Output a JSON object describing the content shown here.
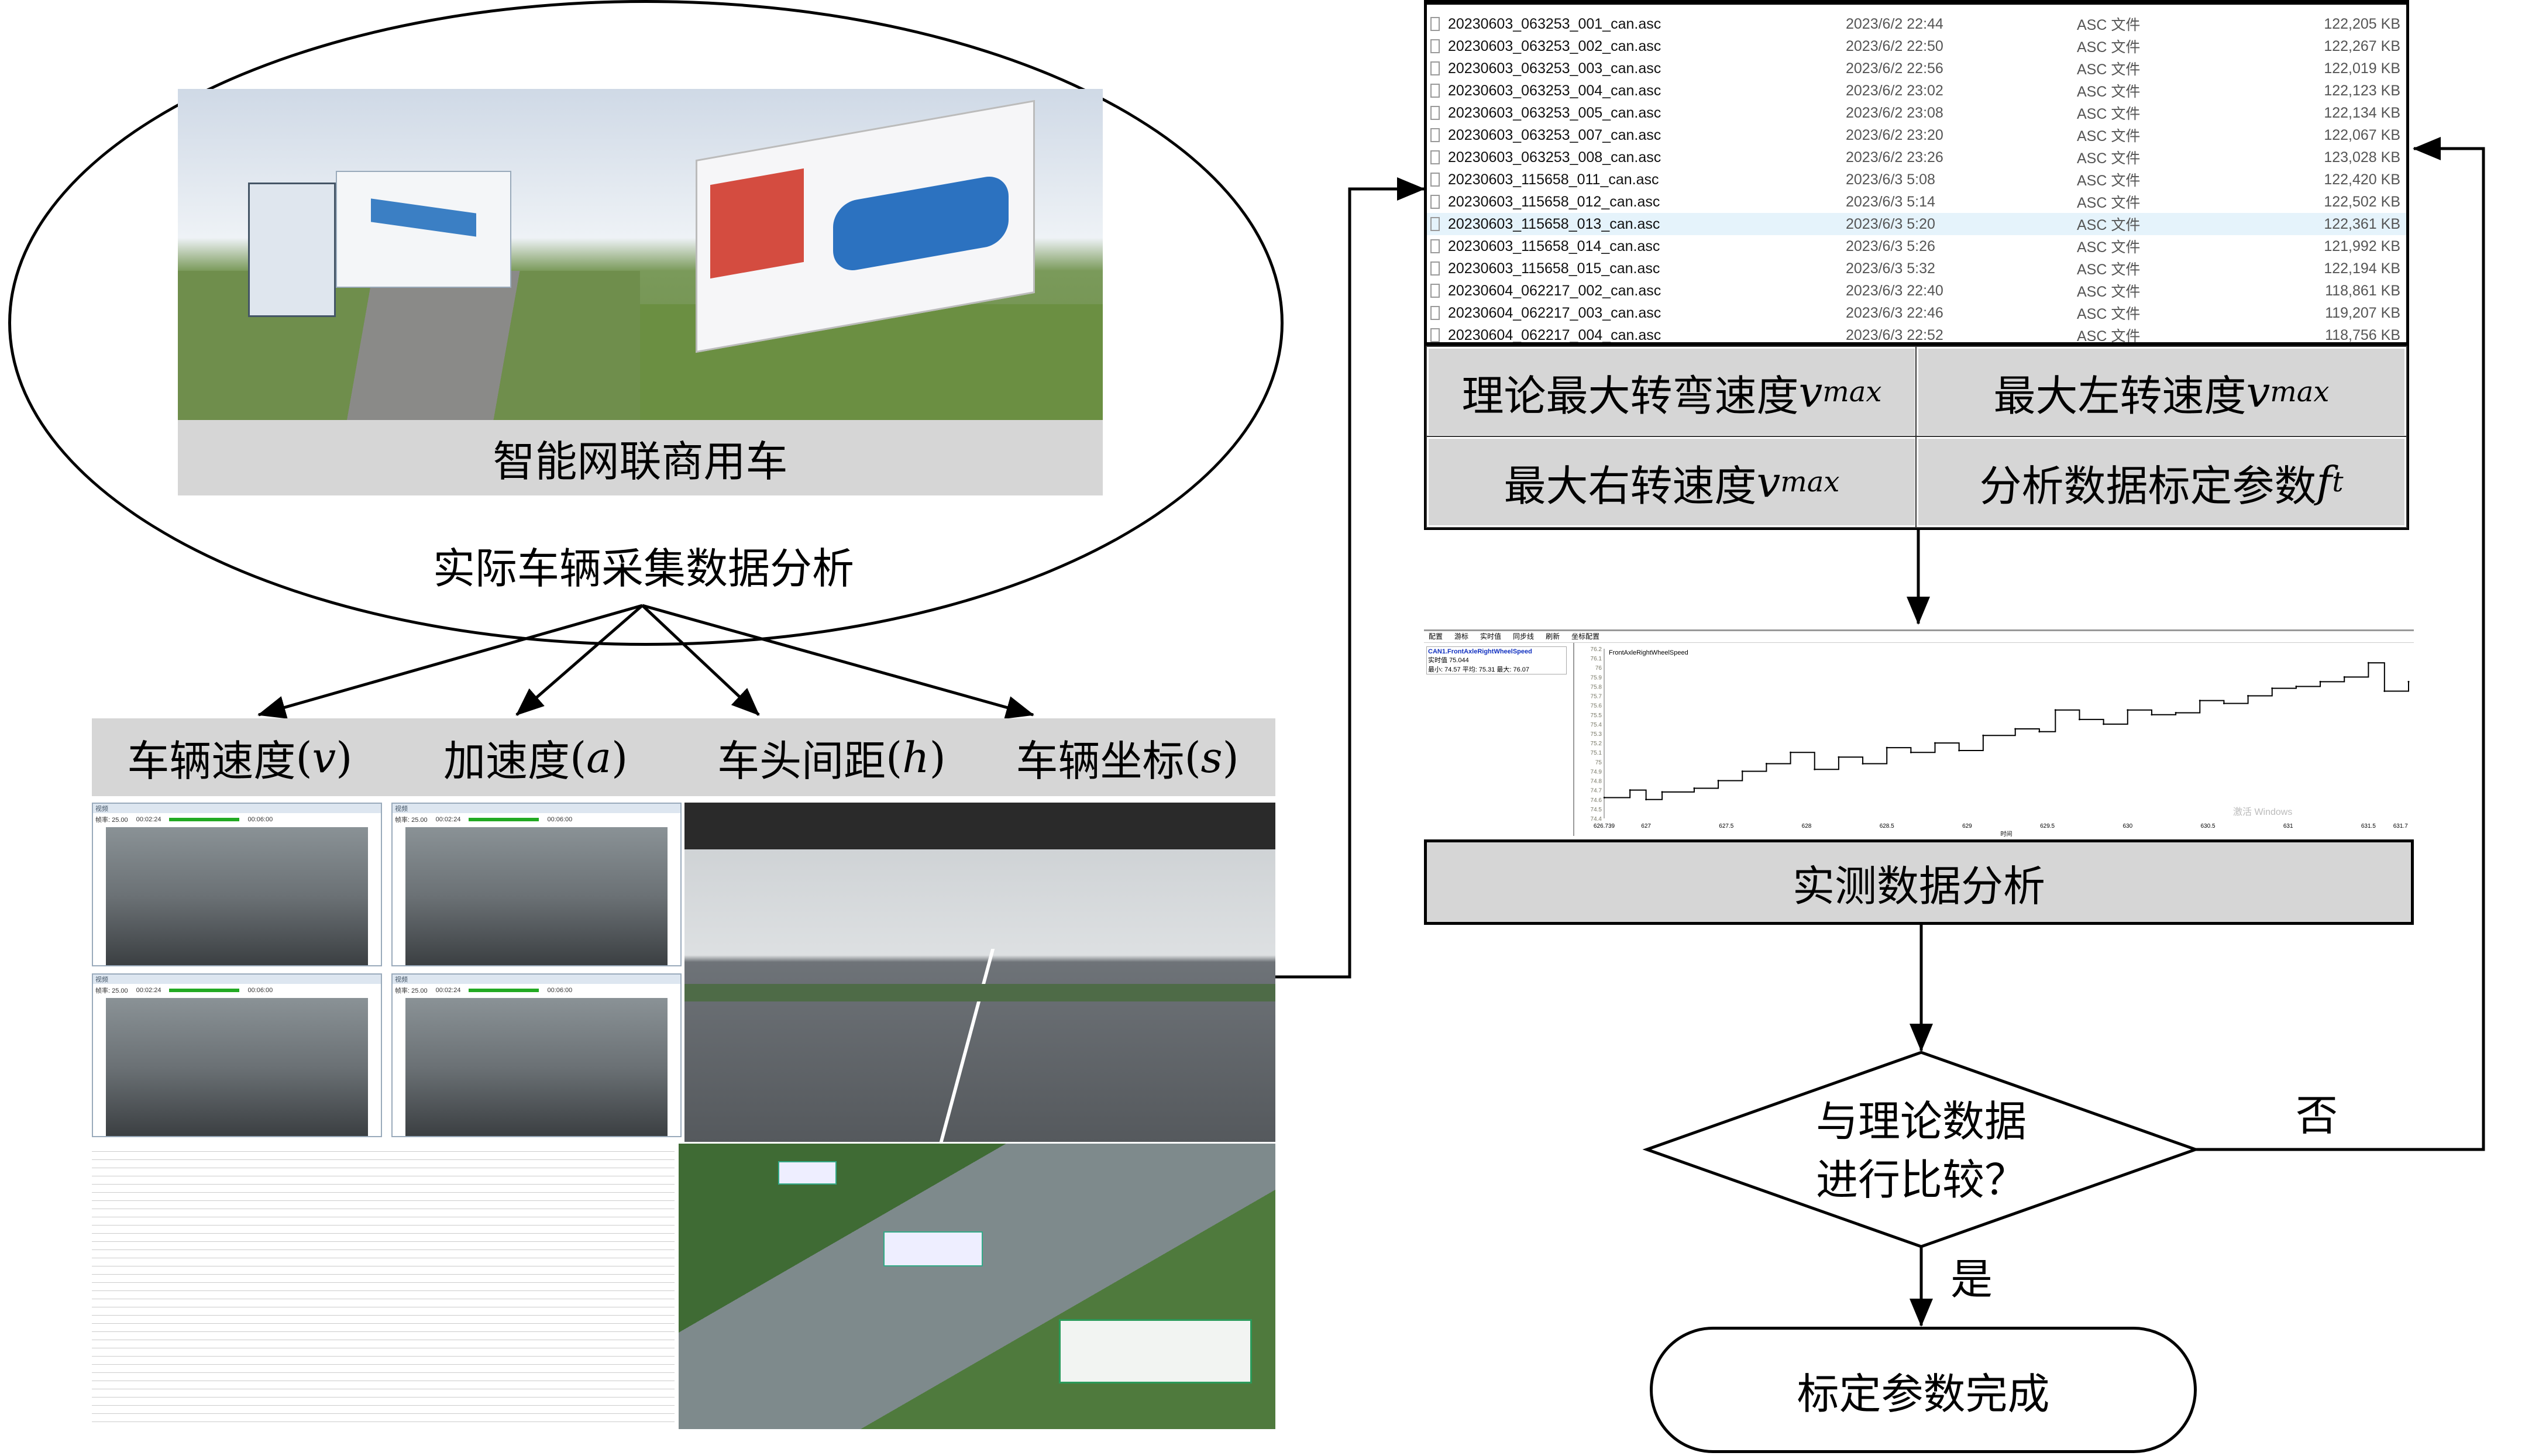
{
  "left": {
    "vehicle_caption": "智能网联商用车",
    "blob_title": "实际车辆采集数据分析",
    "metrics": [
      {
        "text": "车辆速度",
        "var": "v"
      },
      {
        "text": "加速度",
        "var": "a"
      },
      {
        "text": "车头间距",
        "var": "h"
      },
      {
        "text": "车辆坐标",
        "var": "s"
      }
    ]
  },
  "files": [
    {
      "name": "20230603_063253_001_can.asc",
      "date": "2023/6/2 22:44",
      "type": "ASC 文件",
      "size": "122,205 KB"
    },
    {
      "name": "20230603_063253_002_can.asc",
      "date": "2023/6/2 22:50",
      "type": "ASC 文件",
      "size": "122,267 KB"
    },
    {
      "name": "20230603_063253_003_can.asc",
      "date": "2023/6/2 22:56",
      "type": "ASC 文件",
      "size": "122,019 KB"
    },
    {
      "name": "20230603_063253_004_can.asc",
      "date": "2023/6/2 23:02",
      "type": "ASC 文件",
      "size": "122,123 KB"
    },
    {
      "name": "20230603_063253_005_can.asc",
      "date": "2023/6/2 23:08",
      "type": "ASC 文件",
      "size": "122,134 KB"
    },
    {
      "name": "20230603_063253_007_can.asc",
      "date": "2023/6/2 23:20",
      "type": "ASC 文件",
      "size": "122,067 KB"
    },
    {
      "name": "20230603_063253_008_can.asc",
      "date": "2023/6/2 23:26",
      "type": "ASC 文件",
      "size": "123,028 KB"
    },
    {
      "name": "20230603_115658_011_can.asc",
      "date": "2023/6/3 5:08",
      "type": "ASC 文件",
      "size": "122,420 KB"
    },
    {
      "name": "20230603_115658_012_can.asc",
      "date": "2023/6/3 5:14",
      "type": "ASC 文件",
      "size": "122,502 KB"
    },
    {
      "name": "20230603_115658_013_can.asc",
      "date": "2023/6/3 5:20",
      "type": "ASC 文件",
      "size": "122,361 KB",
      "selected": true
    },
    {
      "name": "20230603_115658_014_can.asc",
      "date": "2023/6/3 5:26",
      "type": "ASC 文件",
      "size": "121,992 KB"
    },
    {
      "name": "20230603_115658_015_can.asc",
      "date": "2023/6/3 5:32",
      "type": "ASC 文件",
      "size": "122,194 KB"
    },
    {
      "name": "20230604_062217_002_can.asc",
      "date": "2023/6/3 22:40",
      "type": "ASC 文件",
      "size": "118,861 KB"
    },
    {
      "name": "20230604_062217_003_can.asc",
      "date": "2023/6/3 22:46",
      "type": "ASC 文件",
      "size": "119,207 KB"
    },
    {
      "name": "20230604_062217_004_can.asc",
      "date": "2023/6/3 22:52",
      "type": "ASC 文件",
      "size": "118,756 KB"
    }
  ],
  "params": [
    {
      "text": "理论最大转弯速度",
      "var": "v",
      "sub": "max"
    },
    {
      "text": "最大左转速度",
      "var": "v",
      "sub": "max"
    },
    {
      "text": "最大右转速度",
      "var": "v",
      "sub": "max"
    },
    {
      "text": "分析数据标定参数",
      "var": "f",
      "sub": "t"
    }
  ],
  "chart_data": {
    "type": "line",
    "menu": [
      "配置",
      "游标",
      "实时值",
      "同步线",
      "刷新",
      "坐标配置"
    ],
    "signal": "CAN1.FrontAxleRightWheelSpeed",
    "legend": "FrontAxleRightWheelSpeed",
    "realtime_label": "实时值",
    "realtime_value": "75.044",
    "stats": "最小: 74.57   平均: 75.31   最大: 76.07",
    "xlabel": "时间",
    "x_ticks": [
      "626.739",
      "627",
      "627.5",
      "628",
      "628.5",
      "629",
      "629.5",
      "630",
      "630.5",
      "631",
      "631.5",
      "631.7"
    ],
    "y_ticks": [
      "74.4",
      "74.5",
      "74.6",
      "74.7",
      "74.8",
      "74.9",
      "75",
      "75.1",
      "75.2",
      "75.3",
      "75.4",
      "75.5",
      "75.6",
      "75.7",
      "75.8",
      "75.9",
      "76",
      "76.1",
      "76.2"
    ],
    "xlim": [
      626.739,
      631.75
    ],
    "ylim": [
      74.4,
      76.2
    ],
    "x": [
      626.74,
      626.9,
      627.0,
      627.1,
      627.3,
      627.45,
      627.6,
      627.75,
      627.9,
      628.05,
      628.2,
      628.35,
      628.5,
      628.65,
      628.8,
      628.95,
      629.1,
      629.3,
      629.45,
      629.55,
      629.7,
      629.85,
      630.0,
      630.15,
      630.3,
      630.45,
      630.6,
      630.75,
      630.9,
      631.05,
      631.2,
      631.35,
      631.5,
      631.6,
      631.75
    ],
    "y": [
      74.62,
      74.7,
      74.6,
      74.68,
      74.72,
      74.8,
      74.9,
      74.98,
      75.1,
      74.92,
      75.05,
      74.98,
      75.15,
      75.1,
      75.2,
      75.12,
      75.28,
      75.35,
      75.32,
      75.55,
      75.45,
      75.4,
      75.55,
      75.5,
      75.52,
      75.65,
      75.62,
      75.7,
      75.78,
      75.8,
      75.85,
      75.9,
      76.05,
      75.75,
      75.85
    ],
    "watermark": "激活 Windows"
  },
  "analysis_label": "实测数据分析",
  "decision": {
    "line1": "与理论数据",
    "line2": "进行比较？",
    "no": "否",
    "yes": "是"
  },
  "done_label": "标定参数完成",
  "mini_screens": {
    "title": "视频",
    "play": "帧率: 25.00",
    "time": "00:02:24",
    "end": "00:06:00"
  }
}
